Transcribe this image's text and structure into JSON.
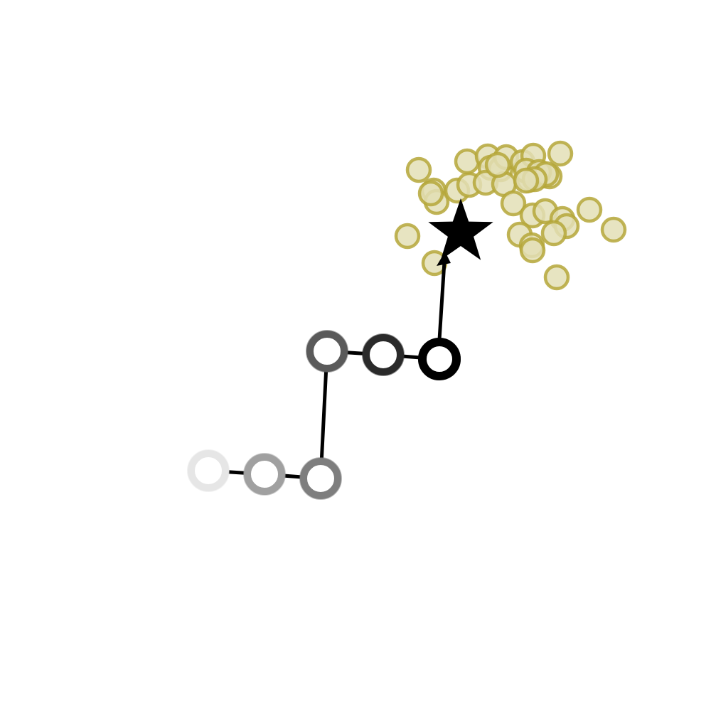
{
  "colors": {
    "background": "#ffffff",
    "path_line": "#000000",
    "goal_marker": "#000000",
    "cluster_fill": "#e3dfb6",
    "cluster_stroke": "#b5a73a",
    "waypoint_inner": "#ffffff"
  },
  "goal": {
    "marker": "star",
    "icon": "star-icon"
  },
  "path": {
    "description_icon": "ring-waypoint-icon",
    "waypoints": [
      {
        "order": 1,
        "ring_color": "#e6e6e6",
        "opacity": 0.25
      },
      {
        "order": 2,
        "ring_color": "#a0a0a0",
        "opacity": 0.45
      },
      {
        "order": 3,
        "ring_color": "#7e7e7e",
        "opacity": 0.6
      },
      {
        "order": 4,
        "ring_color": "#5a5a5a",
        "opacity": 0.75
      },
      {
        "order": 5,
        "ring_color": "#2a2a2a",
        "opacity": 0.9
      },
      {
        "order": 6,
        "ring_color": "#000000",
        "opacity": 1.0
      }
    ]
  },
  "cluster": {
    "icon": "circle-icon",
    "count": 40
  }
}
